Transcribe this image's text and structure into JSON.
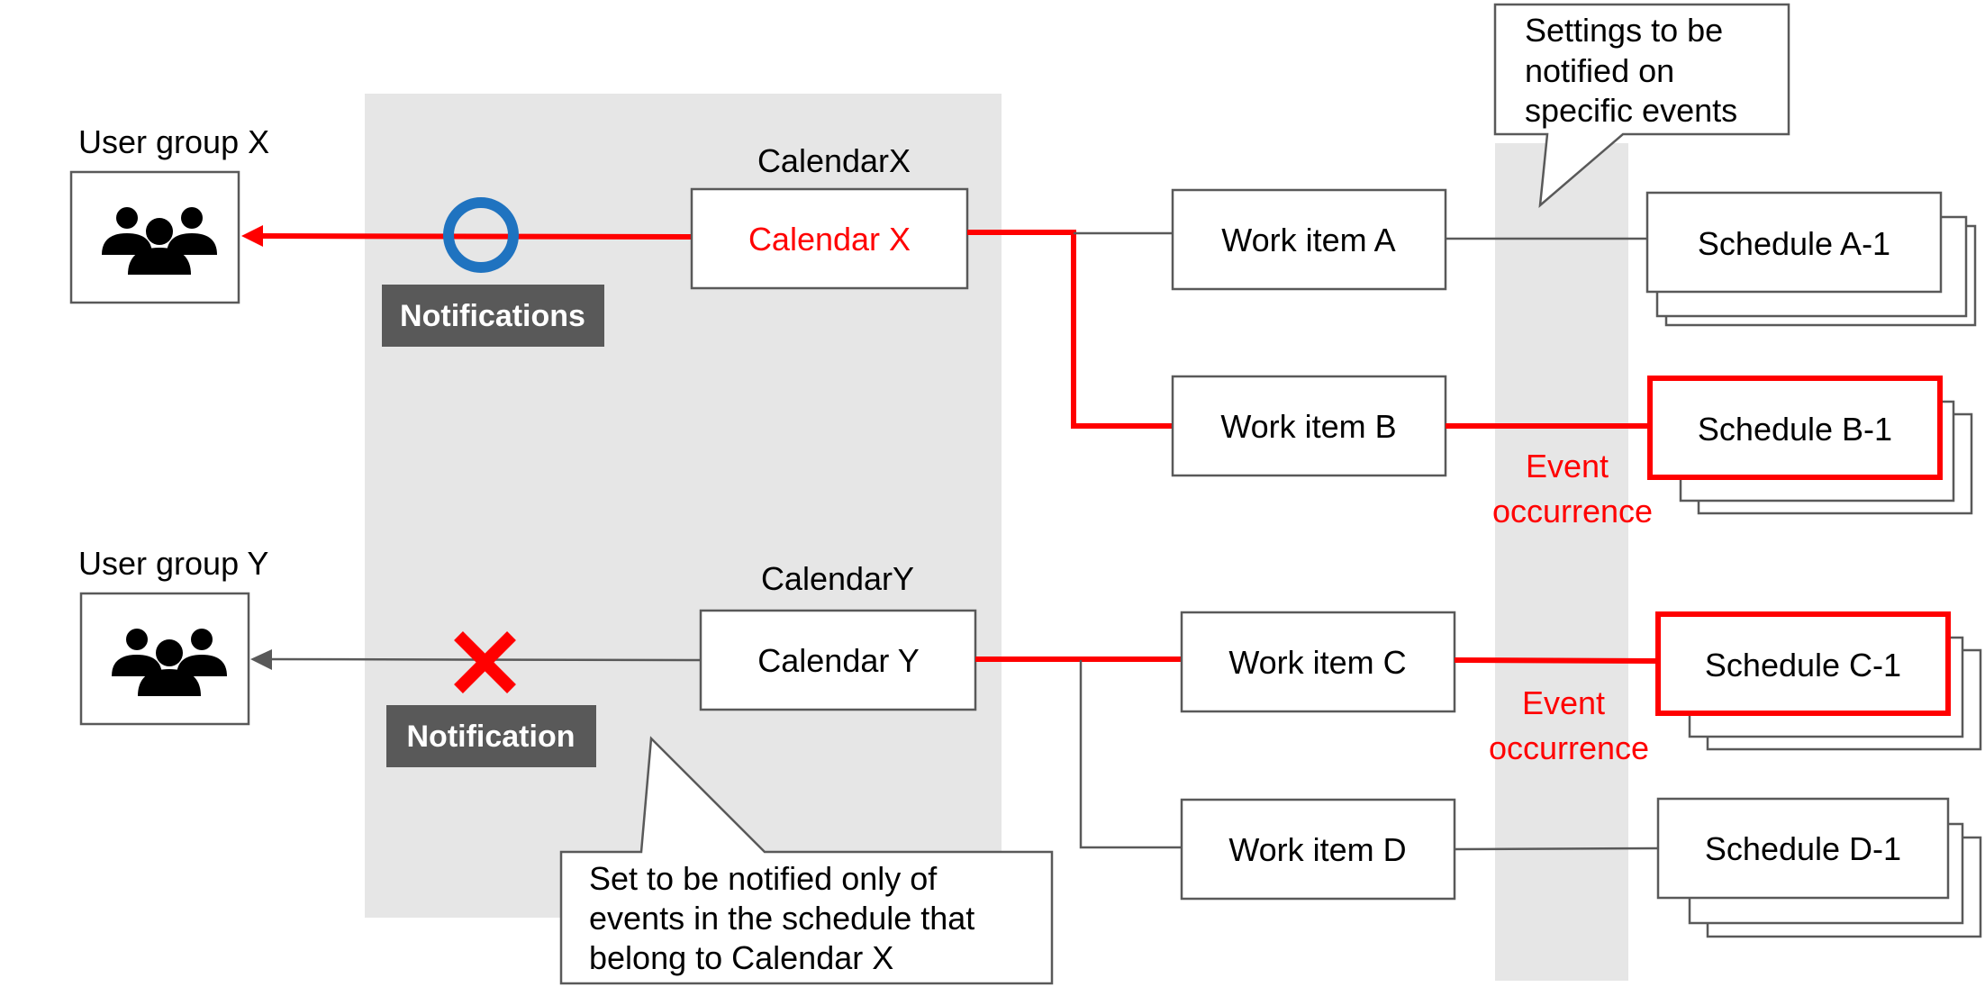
{
  "calendar_x": {
    "caption": "CalendarX",
    "box_label": "Calendar X",
    "user_group": "User group X",
    "badge": "Notifications",
    "status_icon": "circle-icon"
  },
  "calendar_y": {
    "caption": "CalendarY",
    "box_label": "Calendar Y",
    "user_group": "User group Y",
    "badge": "Notification",
    "status_icon": "cross-icon"
  },
  "work_items": {
    "a": "Work item A",
    "b": "Work item B",
    "c": "Work item C",
    "d": "Work item D"
  },
  "schedules": {
    "a1": "Schedule A-1",
    "b1": "Schedule B-1",
    "c1": "Schedule C-1",
    "d1": "Schedule D-1"
  },
  "event_label": {
    "line1": "Event",
    "line2": "occurrence"
  },
  "callout_top": {
    "lines": [
      "Settings to be",
      "notified on",
      "specific events"
    ]
  },
  "callout_bottom": {
    "lines": [
      "Set to be notified only of",
      "events in the schedule that",
      "belong to Calendar X"
    ]
  },
  "colors": {
    "accent_red": "#ff0000",
    "circle_blue": "#1f73c0",
    "badge_gray": "#595959",
    "panel_gray": "#e6e6e6"
  }
}
